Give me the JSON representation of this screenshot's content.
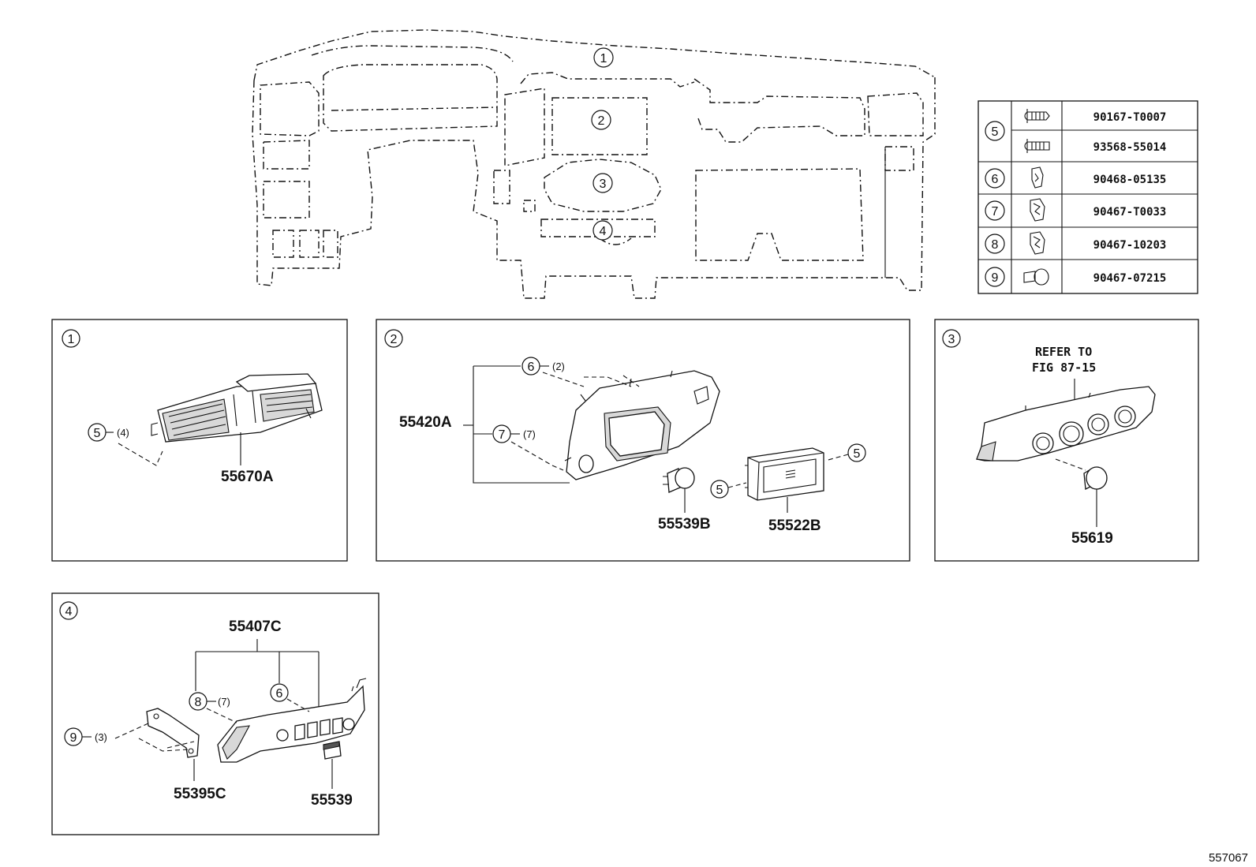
{
  "figure_number": "557067",
  "hardware_table": [
    {
      "ref": "5",
      "part_numbers": [
        "90167-T0007",
        "93568-55014"
      ],
      "icons": [
        "screw-icon",
        "screw-icon"
      ]
    },
    {
      "ref": "6",
      "part_numbers": [
        "90468-05135"
      ],
      "icons": [
        "clip-icon"
      ]
    },
    {
      "ref": "7",
      "part_numbers": [
        "90467-T0033"
      ],
      "icons": [
        "clip-icon"
      ]
    },
    {
      "ref": "8",
      "part_numbers": [
        "90467-10203"
      ],
      "icons": [
        "clip-icon"
      ]
    },
    {
      "ref": "9",
      "part_numbers": [
        "90467-07215"
      ],
      "icons": [
        "push-pin-icon"
      ]
    }
  ],
  "overview": {
    "callouts": [
      "1",
      "2",
      "3",
      "4"
    ]
  },
  "panels": [
    {
      "number": "1",
      "parts": [
        "55670A"
      ],
      "fastener_callouts": [
        {
          "ref": "5",
          "qty": "(4)"
        }
      ]
    },
    {
      "number": "2",
      "parts": [
        "55420A",
        "55539B",
        "55522B"
      ],
      "fastener_callouts": [
        {
          "ref": "6",
          "qty": "(2)"
        },
        {
          "ref": "7",
          "qty": "(7)"
        },
        {
          "ref": "5",
          "qty": ""
        },
        {
          "ref": "5",
          "qty": ""
        }
      ]
    },
    {
      "number": "3",
      "parts": [
        "55619"
      ],
      "reference_note": [
        "REFER TO",
        "FIG 87-15"
      ]
    },
    {
      "number": "4",
      "parts": [
        "55407C",
        "55395C",
        "55539"
      ],
      "fastener_callouts": [
        {
          "ref": "8",
          "qty": "(7)"
        },
        {
          "ref": "6",
          "qty": ""
        },
        {
          "ref": "9",
          "qty": "(3)"
        }
      ]
    }
  ]
}
